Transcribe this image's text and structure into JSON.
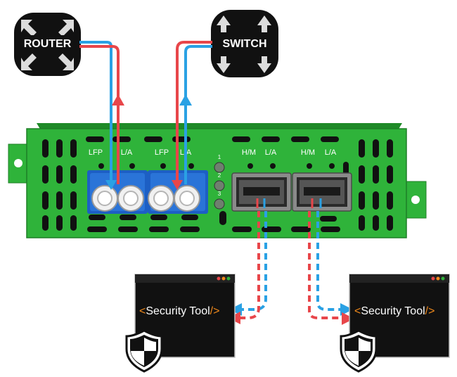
{
  "nodes": {
    "router": {
      "label": "ROUTER"
    },
    "switch": {
      "label": "SWITCH"
    }
  },
  "device": {
    "left_group": {
      "port_a_label": "LFP",
      "port_b_label": "L/A"
    },
    "right_group": {
      "port_a_label": "LFP",
      "port_b_label": "L/A"
    },
    "sfp_left": {
      "label_a": "H/M",
      "label_b": "L/A"
    },
    "sfp_right": {
      "label_a": "H/M",
      "label_b": "L/A"
    },
    "status_leds": [
      "1",
      "2",
      "3"
    ]
  },
  "tools": [
    {
      "prefix": "<",
      "name": "Security Tool",
      "suffix": "/>"
    },
    {
      "prefix": "<",
      "name": "Security Tool",
      "suffix": "/>"
    }
  ],
  "colors": {
    "chassis": "#2fb33a",
    "chassis_dark": "#1f7f27",
    "link_red": "#e8464a",
    "link_blue": "#2aa1e4",
    "tool_accent": "#f08a1c",
    "node_bg": "#111111",
    "node_arrow": "#dcdcdc"
  },
  "icons": {
    "router": "router-icon",
    "switch": "switch-icon",
    "shield": "shield-icon",
    "port": "fiber-port-icon",
    "sfp": "sfp-cage-icon"
  }
}
